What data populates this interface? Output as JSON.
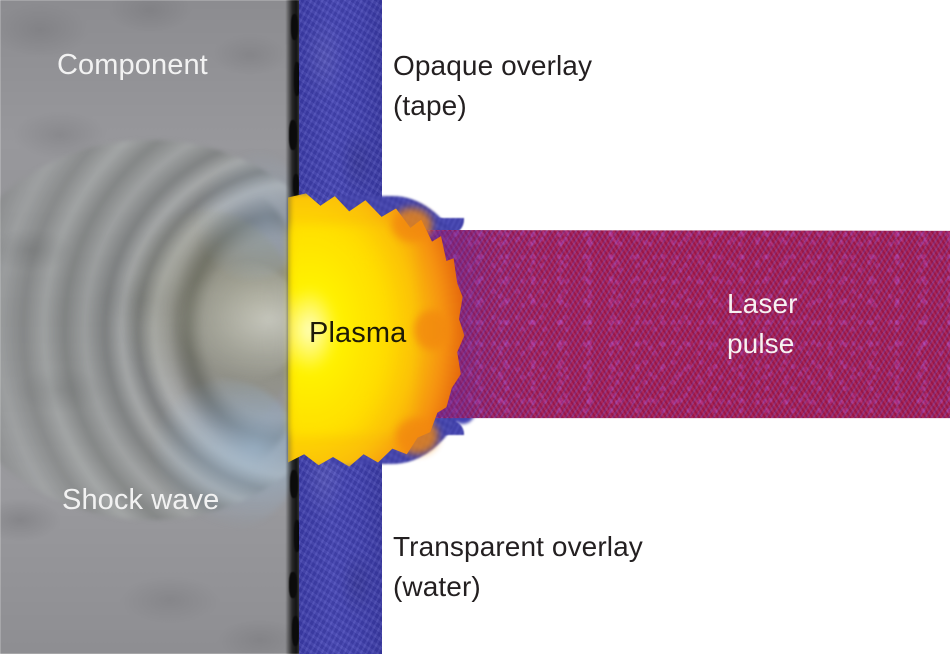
{
  "diagram": {
    "title_semantics": "laser-shock-peening-schematic",
    "type": "cross-section illustration",
    "regions": [
      {
        "name": "component",
        "label": "Component",
        "label_color": "#f2f2f2",
        "fill_color": "#909094",
        "description": "grey metallic substrate on the left"
      },
      {
        "name": "shock-wave",
        "label": "Shock wave",
        "label_color": "#f2f2f2",
        "description": "concentric semicircular pressure rings travelling left into the component"
      },
      {
        "name": "opaque-overlay",
        "label": "Opaque overlay\n(tape)",
        "label_color": "#231f20",
        "fill_color": "#4343b2",
        "description": "blue ablative tape layer bonded to the component surface"
      },
      {
        "name": "transparent-overlay",
        "label": "Transparent overlay\n(water)",
        "label_color": "#231f20",
        "description": "water confinement layer, shown white/clear"
      },
      {
        "name": "plasma",
        "label": "Plasma",
        "label_color": "#1d1a07",
        "core_color": "#ffe600",
        "edge_color": "#e3640d",
        "description": "hot expanding yellow-orange plasma at the ablation site"
      },
      {
        "name": "laser-pulse",
        "label": "Laser\npulse",
        "label_color": "#f7f2f2",
        "fill_color": "#a0184e",
        "description": "crimson-magenta laser beam travelling right-to-left onto the tape"
      }
    ],
    "labels": {
      "component": "Component",
      "shock_wave": "Shock wave",
      "opaque_overlay": "Opaque overlay\n(tape)",
      "transparent_overlay": "Transparent overlay\n(water)",
      "plasma": "Plasma",
      "laser_pulse": "Laser\npulse"
    },
    "colors": {
      "component_grey": "#909094",
      "tape_blue": "#4343b2",
      "laser_crimson": "#a0184e",
      "laser_violet": "#6a2f9e",
      "plasma_yellow": "#ffe600",
      "plasma_orange": "#e3640d",
      "background_white": "#ffffff",
      "surface_dark": "#0c0c0c",
      "light_text": "#f2f2f2",
      "dark_text": "#231f20"
    }
  }
}
